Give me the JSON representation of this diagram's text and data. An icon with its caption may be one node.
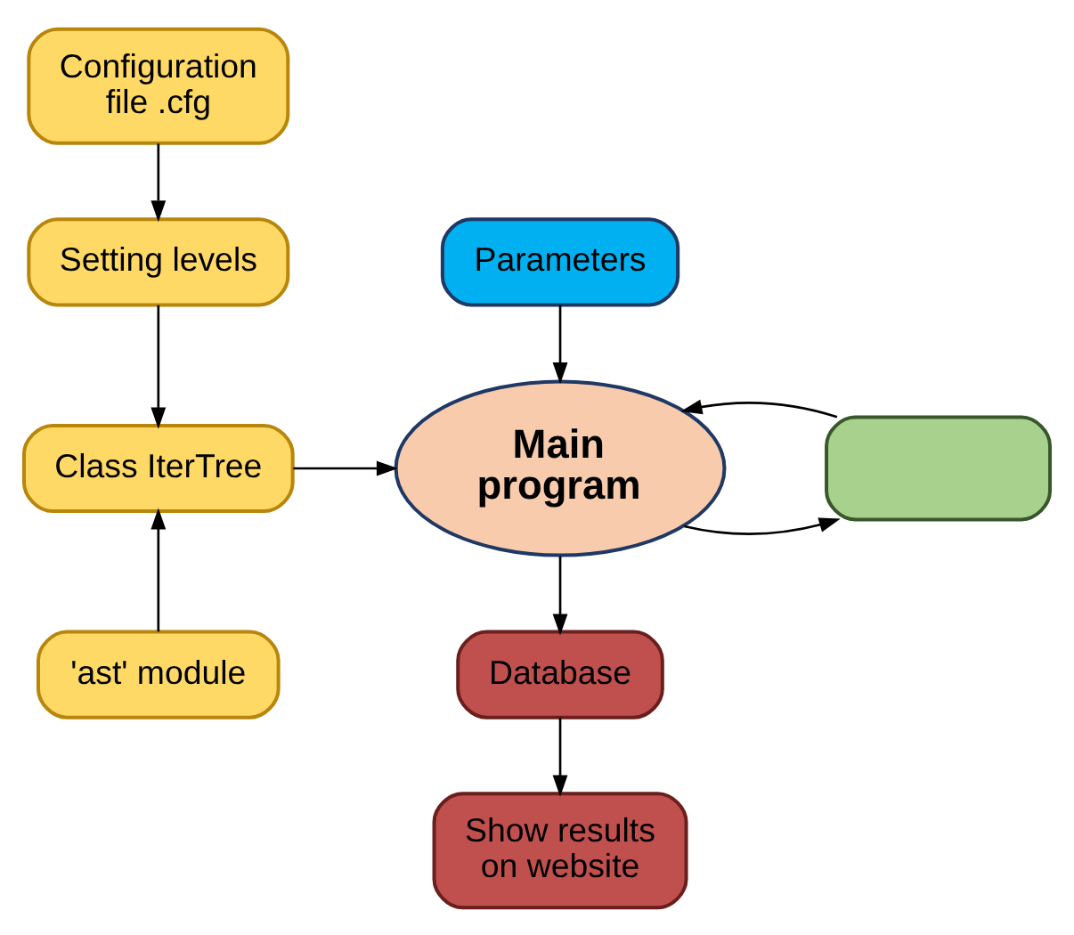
{
  "diagram": {
    "nodes": [
      {
        "text": [
          "Configuration file .cfg"
        ]
      },
      {
        "text": [
          "Setting levels"
        ]
      },
      {
        "text": [
          "Class IterTree"
        ]
      },
      {
        "text": [
          "'ast' module"
        ]
      },
      {
        "text": [
          "Parameters"
        ]
      },
      {
        "text": [
          "Main program"
        ]
      },
      {
        "text": [],
        "shape": "box"
      },
      {
        "text": [
          "Database"
        ]
      },
      {
        "text": [
          "Show results on website"
        ]
      }
    ],
    "edges": [
      {
        "from": 0,
        "to": 1,
        "arrow": "to"
      },
      {
        "from": 1,
        "to": 2,
        "arrow": "to"
      },
      {
        "from": 3,
        "to": 2,
        "arrow": "to"
      },
      {
        "from": 2,
        "to": 5,
        "arrow": "to"
      },
      {
        "from": 4,
        "to": 5,
        "arrow": "to"
      },
      {
        "from": 5,
        "to": 6,
        "arrow": "to"
      },
      {
        "from": 6,
        "to": 5,
        "arrow": "to"
      },
      {
        "from": 5,
        "to": 7,
        "arrow": "to"
      },
      {
        "from": 7,
        "to": 8,
        "arrow": "to"
      }
    ]
  }
}
